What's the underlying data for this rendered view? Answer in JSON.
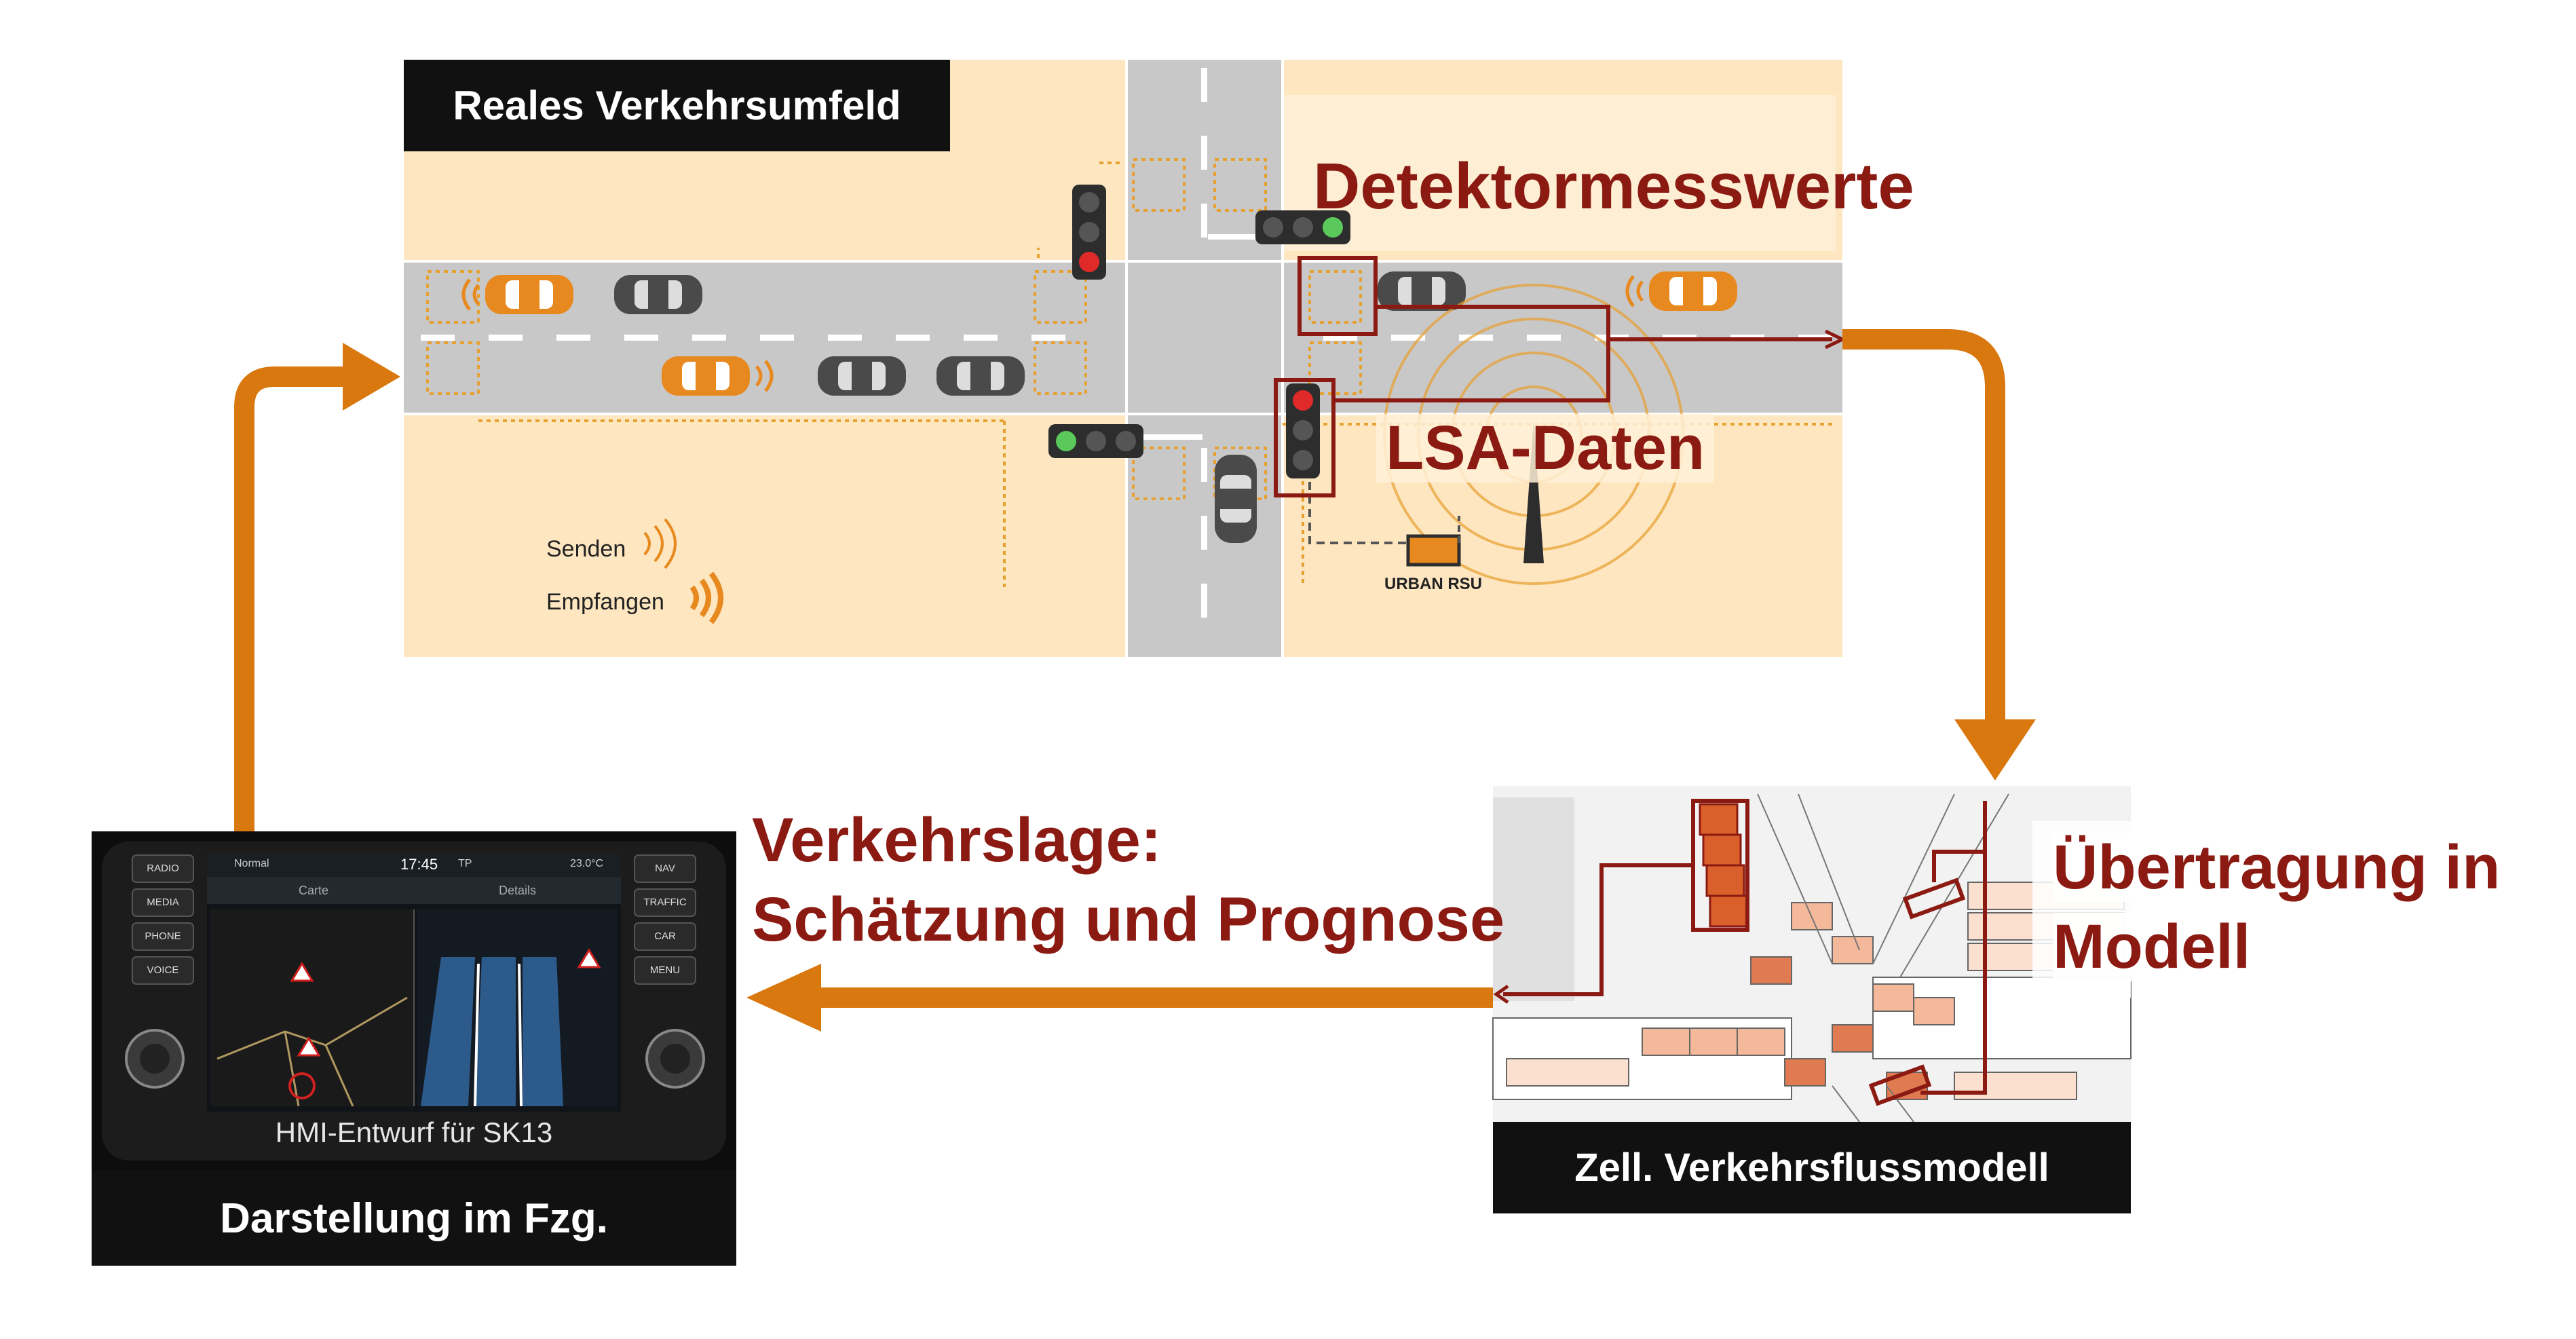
{
  "labels": {
    "real_env": "Reales Verkehrsumfeld",
    "detector": "Detektormesswerte",
    "lsa": "LSA-Daten",
    "urban_rsu": "URBAN RSU",
    "legend_send": "Senden",
    "legend_receive": "Empfangen",
    "traffic_state_line1": "Verkehrslage:",
    "traffic_state_line2": "Schätzung und Prognose",
    "transfer_line1": "Übertragung in",
    "transfer_line2": "Modell",
    "cell_model": "Zell. Verkehrsflussmodell",
    "display_vehicle": "Darstellung im Fzg.",
    "hmi_caption": "HMI-Entwurf für SK13"
  },
  "hmi": {
    "left_buttons": [
      "RADIO",
      "MEDIA",
      "PHONE",
      "VOICE"
    ],
    "right_buttons": [
      "NAV",
      "TRAFFIC",
      "CAR",
      "MENU"
    ],
    "status_left": "Normal",
    "time": "17:45",
    "tp": "TP",
    "temp": "23.0°C",
    "tab_left": "Carte",
    "tab_right": "Details"
  },
  "colors": {
    "accent_orange": "#d9780f",
    "dark_red": "#8b1a12",
    "road_grey": "#c8c8c8",
    "background_tan": "#fde6c0"
  }
}
